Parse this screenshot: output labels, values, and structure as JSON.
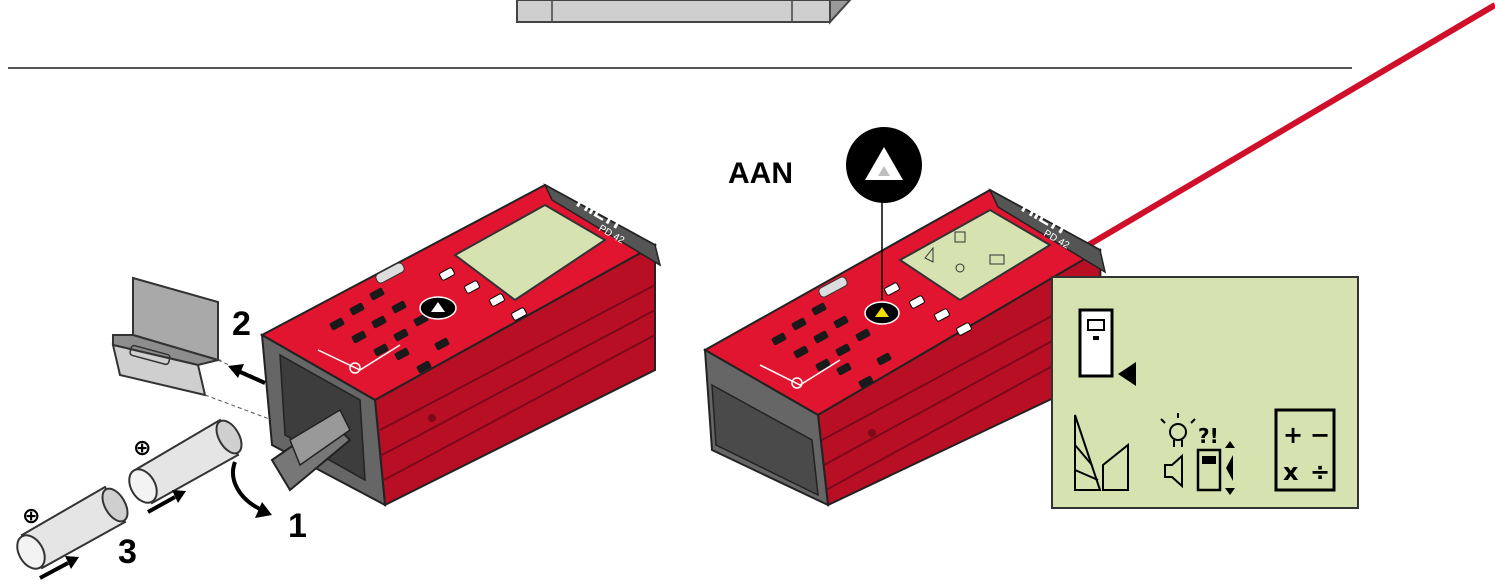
{
  "labels": {
    "on": "AAN",
    "step1": "1",
    "step2": "2",
    "step3": "3",
    "plus": "⊕",
    "brand": "HILTI",
    "model": "PD 42"
  },
  "display_symbols": {
    "plus": "+",
    "minus": "−",
    "times": "x",
    "divide": "÷",
    "question": "?!"
  },
  "colors": {
    "device_red": "#d0102a",
    "device_dark": "#9c0d20",
    "display_green": "#d6e2b0",
    "laser": "#d0102a",
    "rubber": "#555555"
  },
  "icons": {
    "on_button": "triangle-up-icon",
    "rotate_arrow": "curved-arrow-icon",
    "insert_arrow": "straight-arrow-icon"
  }
}
